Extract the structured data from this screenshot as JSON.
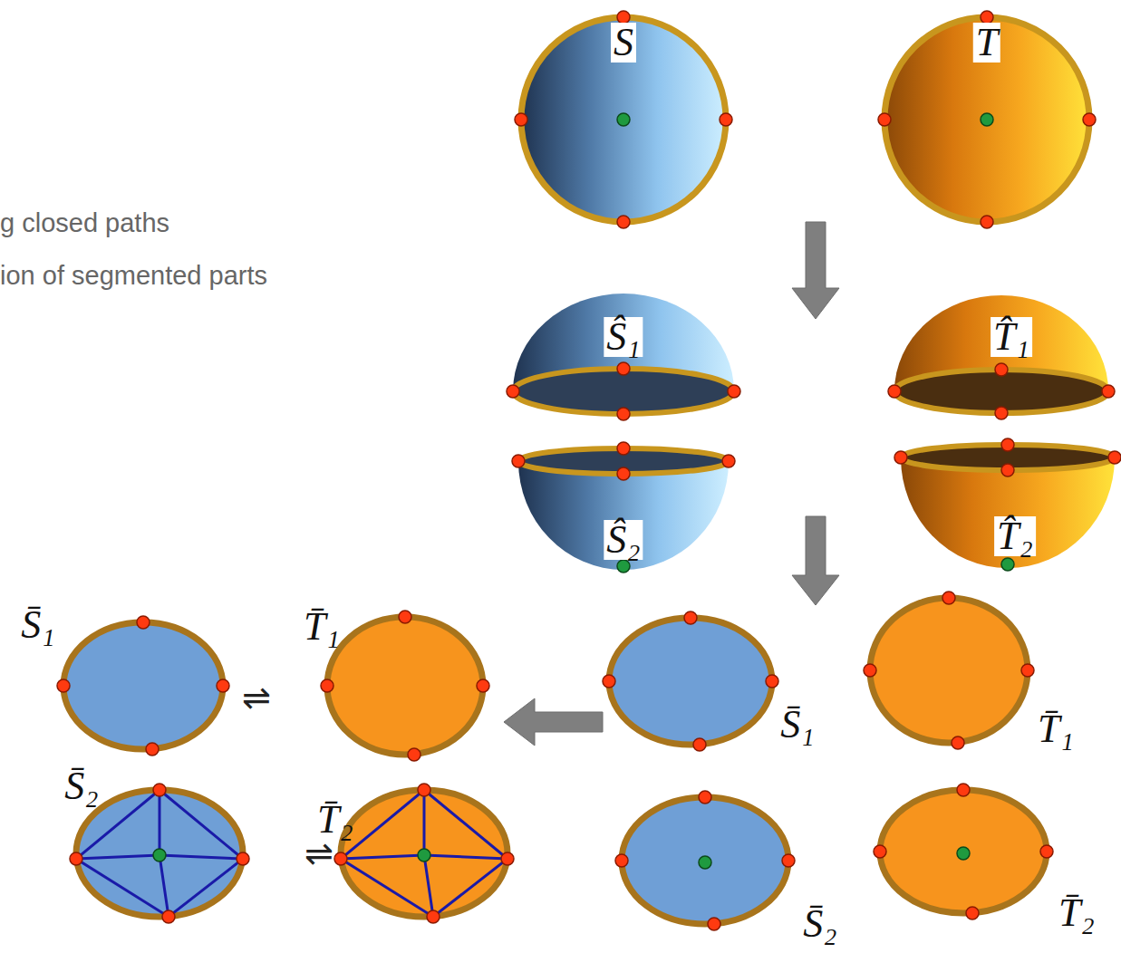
{
  "diagram": {
    "nodes": [
      {
        "text": [
          "S"
        ]
      },
      {
        "text": [
          "T"
        ]
      },
      {
        "text": [
          "Ŝ₁"
        ]
      },
      {
        "text": [
          "T̂₁"
        ]
      },
      {
        "text": [
          "Ŝ₂"
        ]
      },
      {
        "text": [
          "T̂₂"
        ]
      },
      {
        "text": [
          "S̄₁"
        ]
      },
      {
        "text": [
          "T̄₁"
        ]
      },
      {
        "text": [
          "S̄₁"
        ]
      },
      {
        "text": [
          "T̄₁"
        ]
      },
      {
        "text": [
          "S̄₂"
        ]
      },
      {
        "text": [
          "T̄₂"
        ]
      },
      {
        "text": [
          "S̄₂"
        ]
      },
      {
        "text": [
          "T̄₂"
        ]
      }
    ],
    "labels": [
      "g closed paths",
      "ion of segmented parts",
      "⇌",
      "⇌"
    ]
  }
}
